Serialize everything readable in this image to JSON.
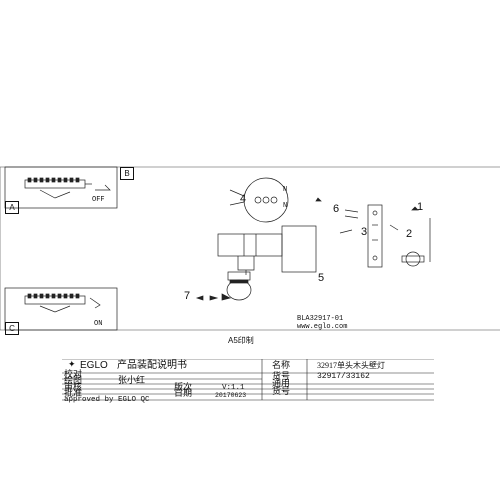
{
  "sheet": {
    "print_size": "A5印制",
    "side_tags": {
      "a": "A",
      "b": "B",
      "c": "C"
    },
    "switch_off": "OFF",
    "switch_on": "ON",
    "model_code": "BLA32917-01",
    "website": "www.eglo.com",
    "callouts": [
      "1",
      "2",
      "3",
      "4",
      "5",
      "6",
      "7"
    ],
    "wire_marks": [
      "N",
      "N"
    ]
  },
  "title_block": {
    "brand": "EGLO",
    "heading": "产品装配说明书",
    "labels": {
      "check": "校对",
      "drawn": "绘图",
      "review": "审核",
      "approve": "批准",
      "edition": "版次",
      "date": "日期",
      "name": "名称",
      "item_no": "货号",
      "general": "通用",
      "item_no2": "货号"
    },
    "values": {
      "drawn_by": "张小红",
      "edition": "V:1.1",
      "date": "20170623",
      "name": "32917单头木头壁灯",
      "item_no": "32917/33162"
    },
    "approved": "approved by EGLO QC"
  }
}
